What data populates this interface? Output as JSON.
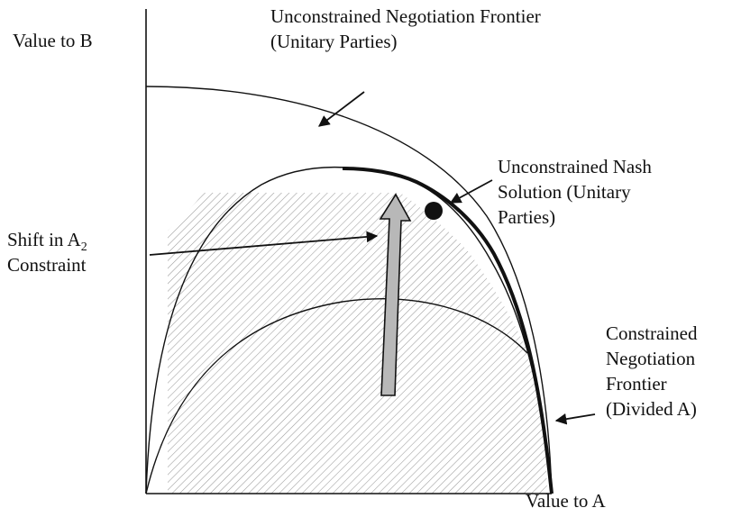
{
  "axes": {
    "y_label": "Value to B",
    "x_label": "Value to A"
  },
  "labels": {
    "unconstrained_frontier": [
      "Unconstrained Negotiation Frontier",
      "(Unitary Parties)"
    ],
    "nash_solution": [
      "Unconstrained Nash",
      "Solution (Unitary",
      "Parties)"
    ],
    "shift_constraint": {
      "line1_prefix": "Shift in A",
      "line1_subscript": "2",
      "line2": "Constraint"
    },
    "constrained_frontier": [
      "Constrained",
      "Negotiation",
      "Frontier",
      "(Divided A)"
    ]
  },
  "colors": {
    "ink": "#111111",
    "hatch": "#9a9a9a",
    "arrow_fill": "#b8b8b8",
    "background": "#ffffff"
  }
}
